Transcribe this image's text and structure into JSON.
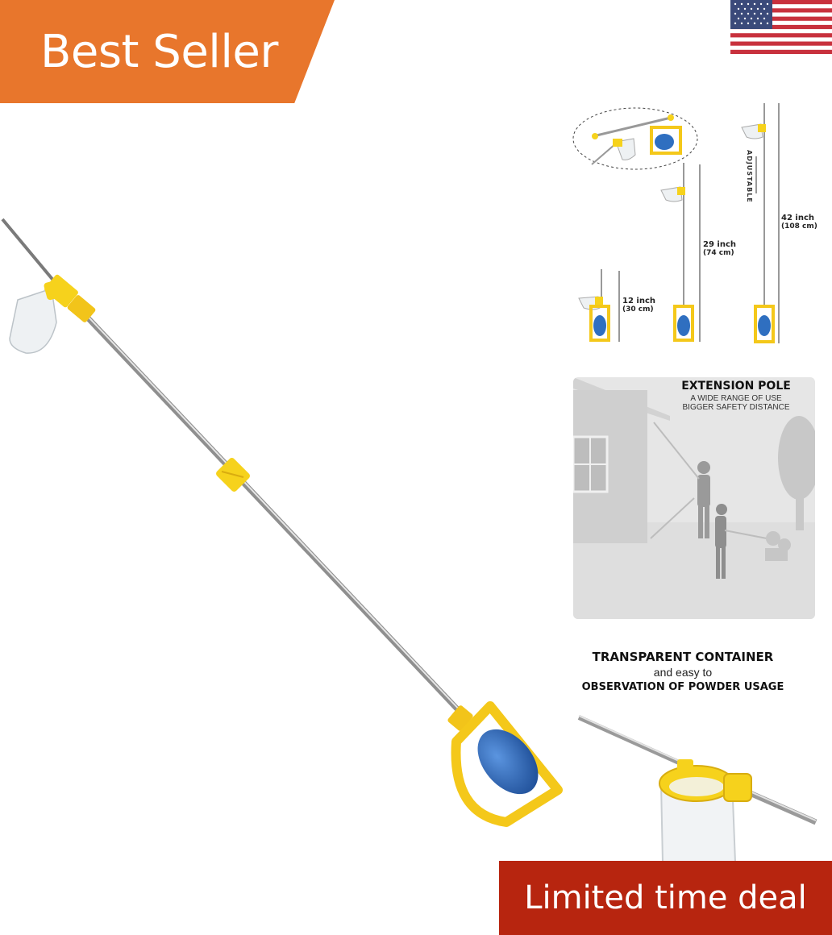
{
  "badges": {
    "best_seller": "Best Seller",
    "limited_deal": "Limited time deal"
  },
  "size_chart": {
    "small": {
      "inch": "12 inch",
      "cm": "(30 cm)"
    },
    "medium": {
      "inch": "29 inch",
      "cm": "(74 cm)"
    },
    "large": {
      "inch": "42 inch",
      "cm": "(108 cm)"
    },
    "adjustable": "ADJUSTABLE"
  },
  "extension": {
    "title": "EXTENSION POLE",
    "line1": "A WIDE RANGE OF USE",
    "line2": "BIGGER SAFETY DISTANCE"
  },
  "container": {
    "title": "TRANSPARENT CONTAINER",
    "line1": "and easy to",
    "line2": "OBSERVATION OF POWDER USAGE"
  },
  "colors": {
    "best_seller_bg": "#e8762c",
    "deal_bg": "#b7250f",
    "product_yellow": "#f6d21c",
    "bulb_blue": "#2f6fc0"
  }
}
